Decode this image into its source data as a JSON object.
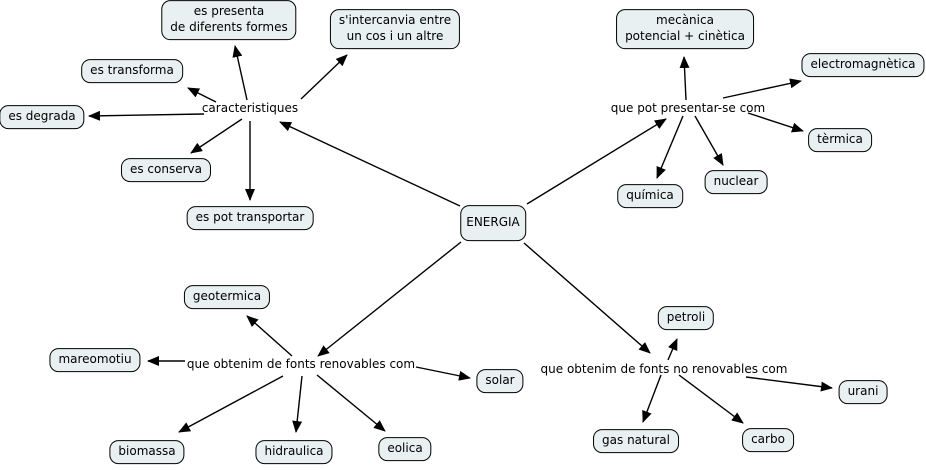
{
  "title": "ENERGIA concept map",
  "colors": {
    "background": "#ffffff",
    "node_fill": "#e8f0f1",
    "node_border": "#000000",
    "line": "#000000"
  },
  "root": {
    "label": "ENERGIA"
  },
  "linking_phrases": {
    "caracteristiques": "caracteristiques",
    "presentar": "que pot presentar-se com",
    "renovables": "que obtenim de fonts renovables com",
    "no_renovables": "que obtenim de fonts no renovables com"
  },
  "nodes": {
    "energia": "ENERGIA",
    "es_presenta": "es presenta\nde diferents formes",
    "sintercanvia": "s'intercanvia entre\nun cos i un altre",
    "es_transforma": "es transforma",
    "es_degrada": "es degrada",
    "es_conserva": "es conserva",
    "es_pot_transportar": "es pot transportar",
    "mecanica": "mecànica\npotencial + cinètica",
    "electromagnetica": "electromagnètica",
    "termica": "tèrmica",
    "nuclear": "nuclear",
    "quimica": "química",
    "geotermica": "geotermica",
    "mareomotiu": "mareomotiu",
    "solar": "solar",
    "biomassa": "biomassa",
    "hidraulica": "hidraulica",
    "eolica": "eolica",
    "petroli": "petroli",
    "urani": "urani",
    "gas_natural": "gas natural",
    "carbo": "carbo"
  },
  "edges": [
    {
      "from": "energia",
      "to": "caracteristiques"
    },
    {
      "from": "energia",
      "to": "presentar"
    },
    {
      "from": "energia",
      "to": "renovables"
    },
    {
      "from": "energia",
      "to": "no_renovables"
    },
    {
      "from": "caracteristiques",
      "to": "es_presenta"
    },
    {
      "from": "caracteristiques",
      "to": "sintercanvia"
    },
    {
      "from": "caracteristiques",
      "to": "es_transforma"
    },
    {
      "from": "caracteristiques",
      "to": "es_degrada"
    },
    {
      "from": "caracteristiques",
      "to": "es_conserva"
    },
    {
      "from": "caracteristiques",
      "to": "es_pot_transportar"
    },
    {
      "from": "presentar",
      "to": "mecanica"
    },
    {
      "from": "presentar",
      "to": "electromagnetica"
    },
    {
      "from": "presentar",
      "to": "termica"
    },
    {
      "from": "presentar",
      "to": "nuclear"
    },
    {
      "from": "presentar",
      "to": "quimica"
    },
    {
      "from": "renovables",
      "to": "geotermica"
    },
    {
      "from": "renovables",
      "to": "mareomotiu"
    },
    {
      "from": "renovables",
      "to": "solar"
    },
    {
      "from": "renovables",
      "to": "biomassa"
    },
    {
      "from": "renovables",
      "to": "hidraulica"
    },
    {
      "from": "renovables",
      "to": "eolica"
    },
    {
      "from": "no_renovables",
      "to": "petroli"
    },
    {
      "from": "no_renovables",
      "to": "urani"
    },
    {
      "from": "no_renovables",
      "to": "gas_natural"
    },
    {
      "from": "no_renovables",
      "to": "carbo"
    }
  ]
}
